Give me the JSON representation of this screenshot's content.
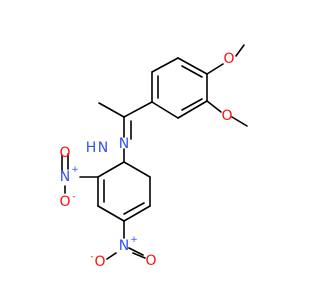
{
  "molecule": {
    "colors": {
      "bond": "#000000",
      "oxygen": "#ff0d0d",
      "nitrogen": "#3050f8"
    },
    "atoms": {
      "o_methoxy_top": "O",
      "o_methoxy_right": "O",
      "n_hydrazone_upper": "N",
      "n_hydrazone_lower": "N",
      "h_hydrazone": "H",
      "n_nitro_left": "N",
      "o_nitro_left_single": "O",
      "o_nitro_left_double": "O",
      "n_nitro_bottom": "N",
      "o_nitro_bottom_single": "O",
      "o_nitro_bottom_double": "O"
    },
    "charges": {
      "plus": "+",
      "minus": "-"
    }
  }
}
